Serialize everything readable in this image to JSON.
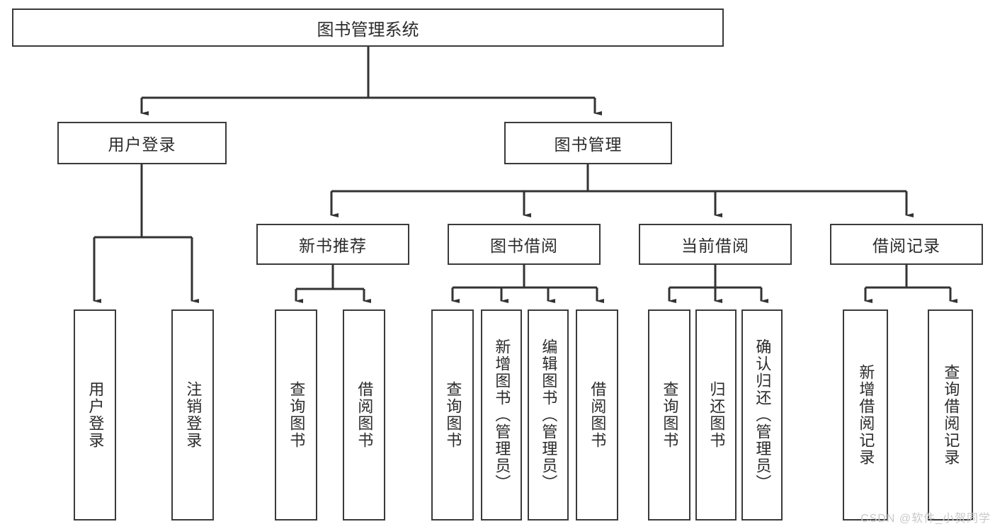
{
  "diagram": {
    "title": "图书管理系统",
    "type": "tree",
    "colors": {
      "background": "#ffffff",
      "box_border": "#3a3a3a",
      "box_fill": "#ffffff",
      "text": "#2b2b2b",
      "connector": "#333333",
      "watermark": "#c9c9c9"
    },
    "levels": {
      "root": "图书管理系统",
      "level2": [
        "用户登录",
        "图书管理"
      ],
      "level3": [
        "新书推荐",
        "图书借阅",
        "当前借阅",
        "借阅记录"
      ]
    },
    "nodes": {
      "root": {
        "label": "图书管理系统"
      },
      "user_login": {
        "label": "用户登录"
      },
      "book_manage": {
        "label": "图书管理"
      },
      "new_book_rec": {
        "label": "新书推荐"
      },
      "book_borrow": {
        "label": "图书借阅"
      },
      "current_borrow": {
        "label": "当前借阅"
      },
      "borrow_record": {
        "label": "借阅记录"
      },
      "leaf_user_login": {
        "label": "用户登录"
      },
      "leaf_logout": {
        "label": "注销登录"
      },
      "leaf_query_book_1": {
        "label": "查询图书"
      },
      "leaf_borrow_book_1": {
        "label": "借阅图书"
      },
      "leaf_query_book_2": {
        "label": "查询图书"
      },
      "leaf_add_book": {
        "label": "新增图书（管理员）"
      },
      "leaf_edit_book": {
        "label": "编辑图书（管理员）"
      },
      "leaf_borrow_book_2": {
        "label": "借阅图书"
      },
      "leaf_query_book_3": {
        "label": "查询图书"
      },
      "leaf_return_book": {
        "label": "归还图书"
      },
      "leaf_confirm_return": {
        "label": "确认归还（管理员）"
      },
      "leaf_add_record": {
        "label": "新增借阅记录"
      },
      "leaf_query_record": {
        "label": "查询借阅记录"
      }
    },
    "watermark": "CSDN @软件_小贺同学"
  }
}
